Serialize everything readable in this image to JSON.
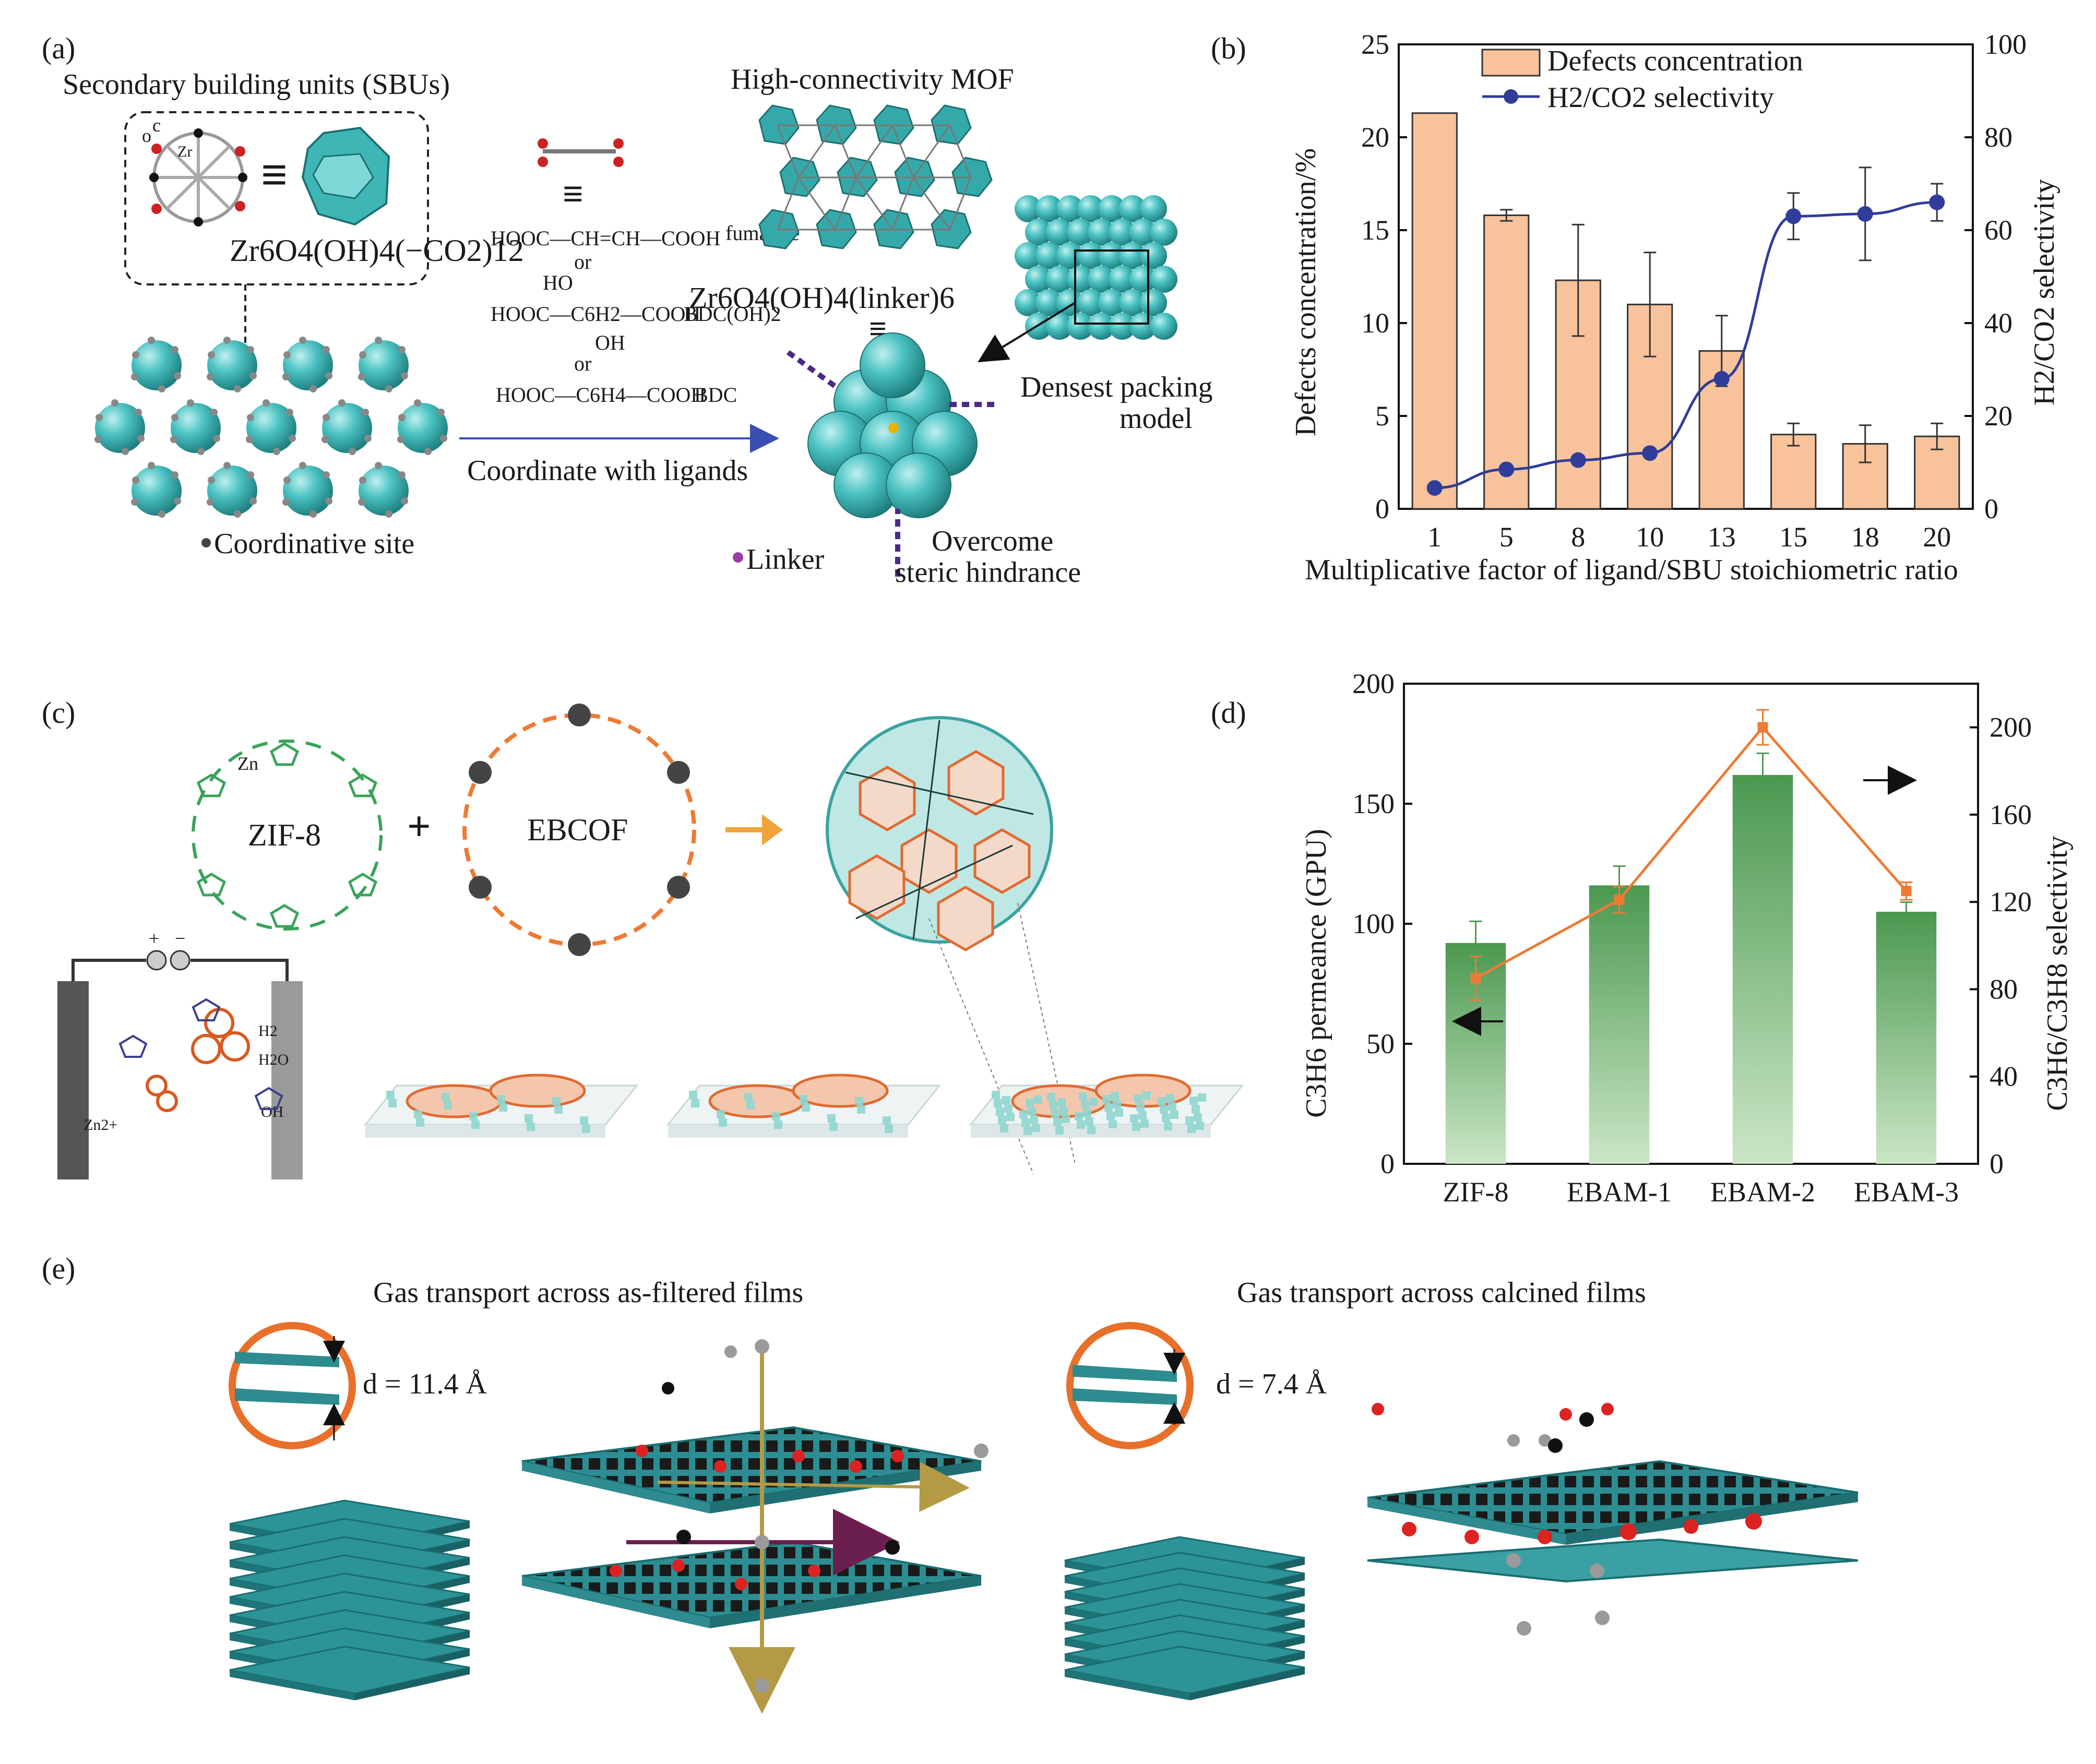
{
  "panel_a": {
    "tag": "(a)",
    "sbu_title": "Secondary building units (SBUs)",
    "sbu_formula": "Zr6O4(OH)4(−CO2)12",
    "sbu_atom_o": "o",
    "sbu_atom_c": "c",
    "sbu_atom_zr": "Zr",
    "mof_title": "High-connectivity MOF",
    "mof_formula": "Zr6O4(OH)4(linker)6",
    "linker1_formula": "HOOC—CH=CH—COOH",
    "linker1_name": "fumarate",
    "or1": "or",
    "linker2_ho": "HO",
    "linker2_formula": "HOOC—C6H2—COOH",
    "linker2_oh": "OH",
    "linker2_name": "BDC(OH)2",
    "or2": "or",
    "linker3_formula": "HOOC—C6H4—COOH",
    "linker3_name": "BDC",
    "arrow_label": "Coordinate with ligands",
    "coord_site_legend": "Coordinative site",
    "linker_legend": "Linker",
    "densest_label_1": "Densest packing",
    "densest_label_2": "model",
    "steric_label_1": "Overcome",
    "steric_label_2": "steric hindrance"
  },
  "panel_b": {
    "tag": "(b)",
    "legend_bar": "Defects concentration",
    "legend_line": "H2/CO2 selectivity",
    "xlabel": "Multiplicative factor of ligand/SBU stoichiometric ratio",
    "ylabel_left": "Defects concentration/%",
    "ylabel_right": "H2/CO2 selectivity"
  },
  "panel_c": {
    "tag": "(c)",
    "zif_label": "ZIF-8",
    "ebcof_label": "EBCOF",
    "zn_label": "Zn",
    "electrode_plus": "+",
    "electrode_minus": "−",
    "zn_ion": "Zn2+",
    "h2_label": "H2",
    "h2o_label": "H2O",
    "oh_label": "OH",
    "plus_sign": "+"
  },
  "panel_d": {
    "tag": "(d)",
    "ylabel_left": "C3H6 permeance (GPU)",
    "ylabel_right": "C3H6/C3H8 selectivity"
  },
  "panel_e": {
    "tag": "(e)",
    "title_left": "Gas transport across as-filtered films",
    "title_right": "Gas transport across calcined films",
    "d_left": "d = 11.4 Å",
    "d_right": "d = 7.4 Å"
  },
  "colors": {
    "cyan": "#3fb8b8",
    "teal_sheet": "#2e8b8f",
    "bar_orange": "#f8c39b",
    "line_blue": "#2f3c9a",
    "bar_green": "#4f9a52",
    "line_orange": "#ee7a33",
    "ring_orange": "#e8702a",
    "arrow_purple": "#4b2a86"
  },
  "chart_data": [
    {
      "type": "bar",
      "panel": "b",
      "categories": [
        "1",
        "5",
        "8",
        "10",
        "13",
        "15",
        "18",
        "20"
      ],
      "ylim": [
        0,
        25
      ],
      "y2lim": [
        0,
        100
      ],
      "yticks": [
        0,
        5,
        10,
        15,
        20,
        25
      ],
      "y2ticks": [
        0,
        20,
        40,
        60,
        80,
        100
      ],
      "series": [
        {
          "name": "Defects concentration",
          "kind": "bar",
          "axis": "left",
          "values": [
            21.3,
            15.8,
            12.3,
            11.0,
            8.5,
            4.0,
            3.5,
            3.9
          ],
          "errors": [
            0.0,
            0.3,
            3.0,
            2.8,
            1.9,
            0.6,
            1.0,
            0.7
          ]
        },
        {
          "name": "H2/CO2 selectivity",
          "kind": "line",
          "axis": "right",
          "values": [
            4.5,
            8.5,
            10.5,
            12,
            28,
            63,
            63.5,
            66
          ],
          "errors": [
            0,
            0,
            0,
            0,
            0,
            5,
            10,
            4
          ]
        }
      ]
    },
    {
      "type": "bar",
      "panel": "d",
      "categories": [
        "ZIF-8",
        "EBAM-1",
        "EBAM-2",
        "EBAM-3"
      ],
      "ylim": [
        0,
        200
      ],
      "y2lim": [
        0,
        220
      ],
      "yticks": [
        0,
        50,
        100,
        150,
        200
      ],
      "y2ticks": [
        0,
        40,
        80,
        120,
        160,
        200
      ],
      "series": [
        {
          "name": "C3H6 permeance",
          "kind": "bar",
          "axis": "left",
          "values": [
            92,
            116,
            162,
            105
          ],
          "errors": [
            9,
            8,
            9,
            4
          ]
        },
        {
          "name": "C3H6/C3H8 selectivity",
          "kind": "line",
          "axis": "right",
          "values": [
            85,
            121,
            200,
            125
          ],
          "errors": [
            10,
            6,
            8,
            4
          ]
        }
      ]
    }
  ]
}
